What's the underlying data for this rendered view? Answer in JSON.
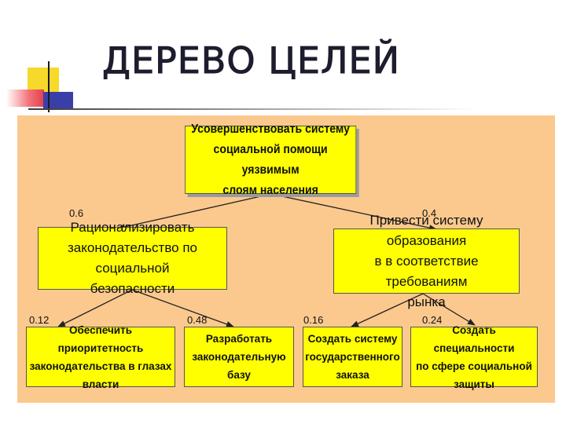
{
  "title": "ДЕРЕВО ЦЕЛЕЙ",
  "colors": {
    "panel": "#fbc98e",
    "box": "#ffff00",
    "title": "#1d1d2e"
  },
  "root": {
    "label": "Усовершенствовать систему\nсоциальной помощи уязвимым\nслоям населения"
  },
  "level1": [
    {
      "weight": "0.6",
      "label": "Рационализировать\nзаконодательство по социальной\nбезопасности"
    },
    {
      "weight": "0.4",
      "label": "Привести систему образования\nв в соответствие требованиям\nрынка"
    }
  ],
  "level2": [
    {
      "weight": "0.12",
      "label": "Обеспечить приоритетность\nзаконодательства в глазах\nвласти"
    },
    {
      "weight": "0.48",
      "label": "Разработать\nзаконодательную\nбазу"
    },
    {
      "weight": "0.16",
      "label": "Создать систему\nгосударственного\nзаказа"
    },
    {
      "weight": "0.24",
      "label": "Создать специальности\nпо сфере социальной\nзащиты"
    }
  ]
}
